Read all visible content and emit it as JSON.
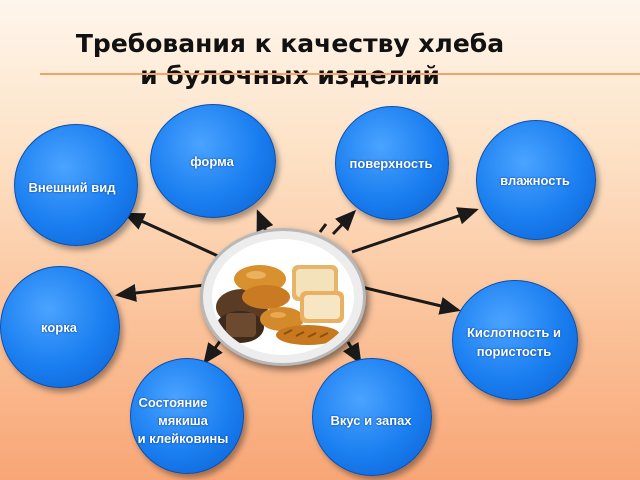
{
  "title": {
    "line1": "Требования к качеству хлеба",
    "line2": "и булочных изделий"
  },
  "center": {
    "icon": "bread-assortment-icon"
  },
  "nodes": [
    {
      "id": "forma",
      "label": "форма"
    },
    {
      "id": "poverkhnost",
      "label": "поверхность"
    },
    {
      "id": "vlazhnost",
      "label": "влажность"
    },
    {
      "id": "vneshniy-vid",
      "label": "Внешний вид"
    },
    {
      "id": "korka",
      "label": "корка"
    },
    {
      "id": "kislotnost",
      "label_line1": "Кислотность и",
      "label_line2": "пористость"
    },
    {
      "id": "myakish",
      "label_line1": "Состояние",
      "label_line2": "мякиша",
      "label_line3": "и клейковины"
    },
    {
      "id": "vkus",
      "label": "Вкус и запах"
    }
  ],
  "colors": {
    "node_fill": "#1a7ef0",
    "arrow": "#1a1a1a",
    "accent_rule": "#f2a36a"
  }
}
